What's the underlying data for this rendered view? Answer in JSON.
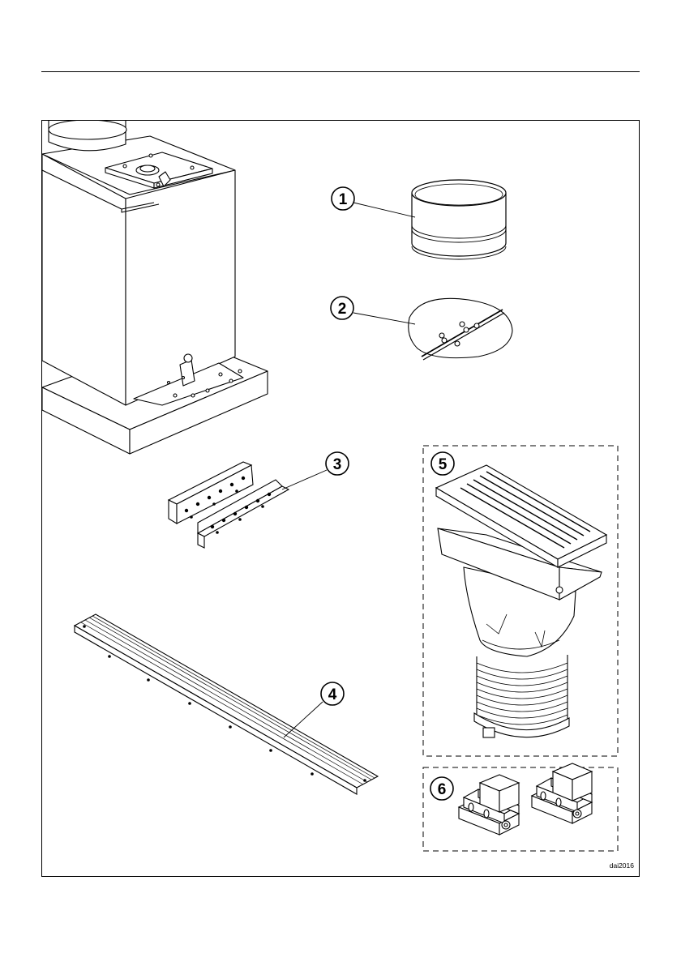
{
  "figure": {
    "callouts": [
      {
        "number": "1"
      },
      {
        "number": "2"
      },
      {
        "number": "3"
      },
      {
        "number": "4"
      },
      {
        "number": "5"
      },
      {
        "number": "6"
      }
    ],
    "image_credit": "dai2016"
  }
}
